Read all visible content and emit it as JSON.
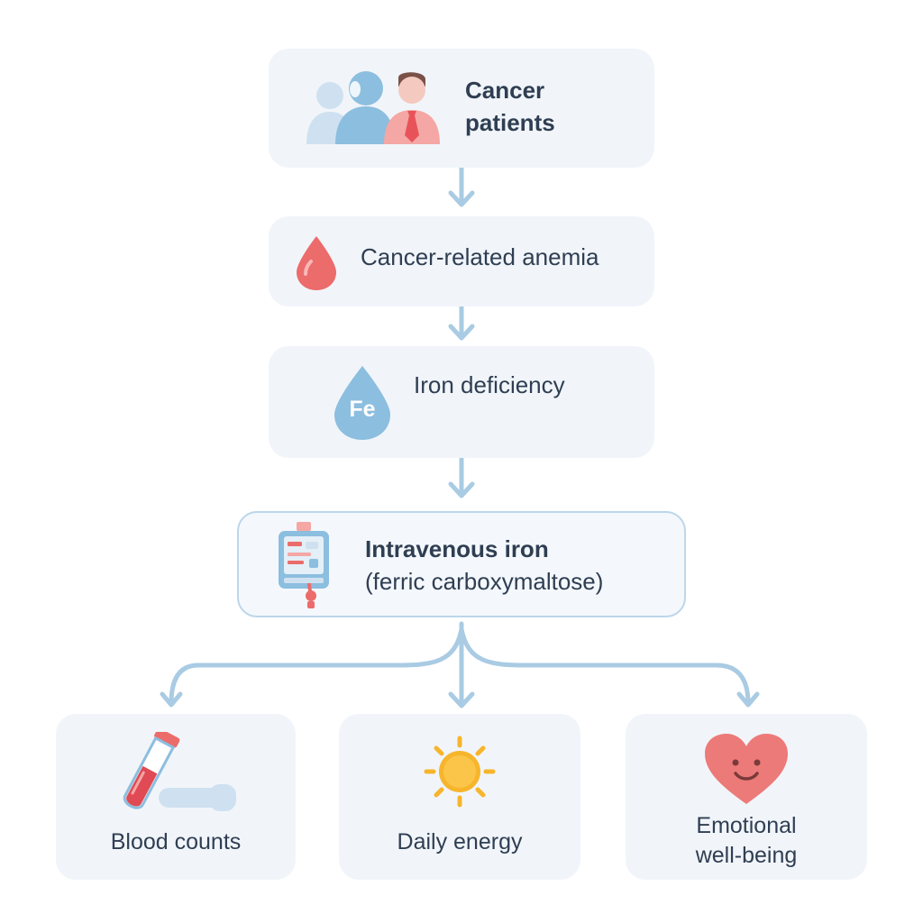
{
  "nodes": {
    "patients": {
      "lines": [
        "Cancer",
        "patients"
      ]
    },
    "anemia": {
      "label": "Cancer-related anemia"
    },
    "iron_deficiency": {
      "label": "Iron deficiency",
      "icon_text": "Fe"
    },
    "iv_iron": {
      "lines": [
        "Intravenous iron",
        "(ferric carboxymaltose)"
      ]
    },
    "blood_counts": {
      "label": "Blood counts"
    },
    "daily_energy": {
      "label": "Daily energy"
    },
    "emotional": {
      "lines": [
        "Emotional",
        "well-being"
      ]
    }
  },
  "icons": {
    "patients": "people-group-icon",
    "anemia": "blood-drop-icon",
    "iron_deficiency": "iron-drop-icon",
    "iv_iron": "iv-infusion-bag-icon",
    "blood_counts": "test-tube-icon",
    "daily_energy": "sun-icon",
    "emotional": "smiling-heart-icon"
  },
  "colors": {
    "box_fill": "#f1f5fa",
    "highlight_border": "#bcd6ea",
    "connector": "#a9cbe3",
    "text": "#2f3e52",
    "red_accent": "#ec6b6b",
    "blue_accent": "#8cbedf",
    "sun": "#f7b52b"
  }
}
